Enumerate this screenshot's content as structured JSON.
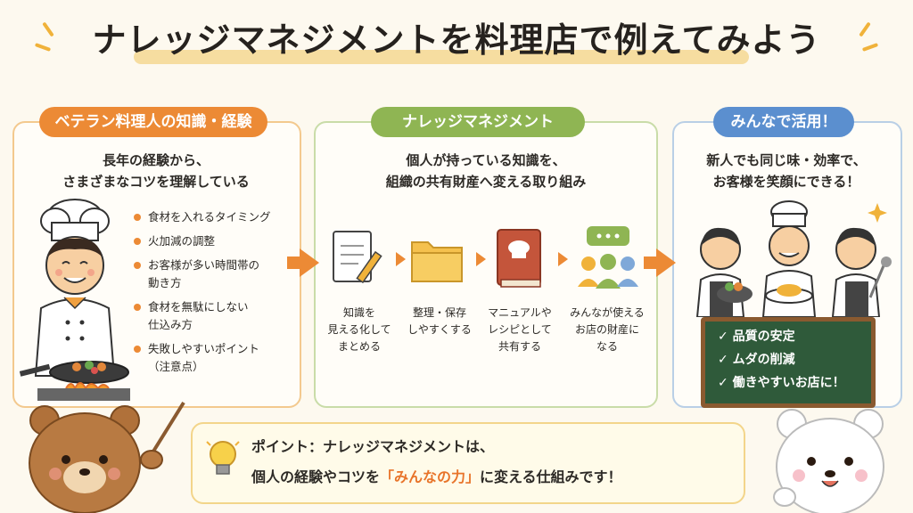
{
  "title": "ナレッジマネジメントを料理店で例えてみよう",
  "left_panel": {
    "heading": "ベテラン料理人の知識・経験",
    "desc_line1": "長年の経験から、",
    "desc_line2": "さまざまなコツを理解している",
    "bullets": [
      {
        "l1": "食材を入れるタイミング",
        "l2": ""
      },
      {
        "l1": "火加減の調整",
        "l2": ""
      },
      {
        "l1": "お客様が多い時間帯の",
        "l2": "動き方"
      },
      {
        "l1": "食材を無駄にしない",
        "l2": "仕込み方"
      },
      {
        "l1": "失敗しやすいポイント",
        "l2": "（注意点）"
      }
    ]
  },
  "middle_panel": {
    "heading": "ナレッジマネジメント",
    "desc_line1": "個人が持っている知識を、",
    "desc_line2": "組織の共有財産へ変える取り組み",
    "steps": [
      {
        "icon": "notepad-icon",
        "l1": "知識を",
        "l2": "見える化して",
        "l3": "まとめる"
      },
      {
        "icon": "folder-icon",
        "l1": "整理・保存",
        "l2": "しやすくする",
        "l3": ""
      },
      {
        "icon": "manual-book-icon",
        "l1": "マニュアルや",
        "l2": "レシピとして",
        "l3": "共有する"
      },
      {
        "icon": "team-chat-icon",
        "l1": "みんなが使える",
        "l2": "お店の財産に",
        "l3": "なる"
      }
    ]
  },
  "right_panel": {
    "heading": "みんなで活用！",
    "desc_line1": "新人でも同じ味・効率で、",
    "desc_line2": "お客様を笑顔にできる！",
    "board_items": [
      "✓ 品質の安定",
      "✓ ムダの削減",
      "✓ 働きやすいお店に！"
    ]
  },
  "callout": {
    "line1": "ポイント：ナレッジマネジメントは、",
    "line2_pre": "個人の経験やコツを",
    "line2_em": "「みんなの力」",
    "line2_post": "に変える仕組みです！"
  },
  "colors": {
    "orange": "#ec8a35",
    "green": "#8fb553",
    "blue": "#5b8fcf",
    "board": "#2f5a3a"
  }
}
